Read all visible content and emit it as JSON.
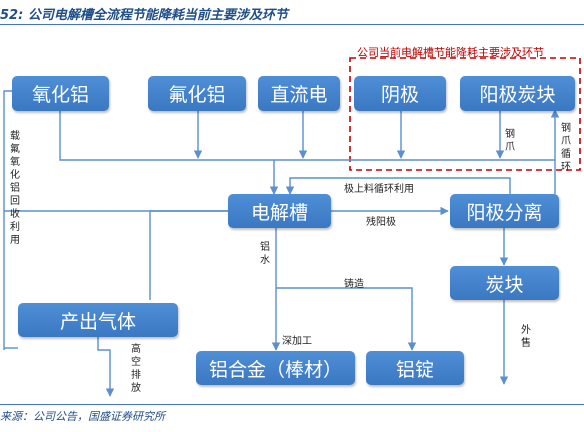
{
  "title": "52: 公司电解槽全流程节能降耗当前主要涉及环节",
  "red_box_label": "公司当前电解槽节能降耗主要涉及环节",
  "nodes": {
    "alumina": "氧化铝",
    "fluoride": "氟化铝",
    "dc_power": "直流电",
    "cathode": "阴极",
    "anode_carbon": "阳极炭块",
    "cell": "电解槽",
    "anode_separation": "阳极分离",
    "carbon_block": "炭块",
    "exhaust_gas": "产出气体",
    "alloy": "铝合金（棒材）",
    "ingot": "铝锭"
  },
  "edge_labels": {
    "recovery": "载氟氧化铝回收利用",
    "steel_claw": "钢爪",
    "steel_claw_cycle": "钢爪循环",
    "anode_loading": "极上料循环利用",
    "residual_anode": "残阳极",
    "molten_al": "铝水",
    "casting": "铸造",
    "deep_processing": "深加工",
    "outsourced": "外售",
    "high_altitude": "高空排放"
  },
  "footer": "来源：公司公告，国盛证券研究所",
  "colors": {
    "box": "#3f7fc8",
    "line": "#5b8fd0",
    "highlight": "#c00000",
    "title": "#1f4e89"
  }
}
